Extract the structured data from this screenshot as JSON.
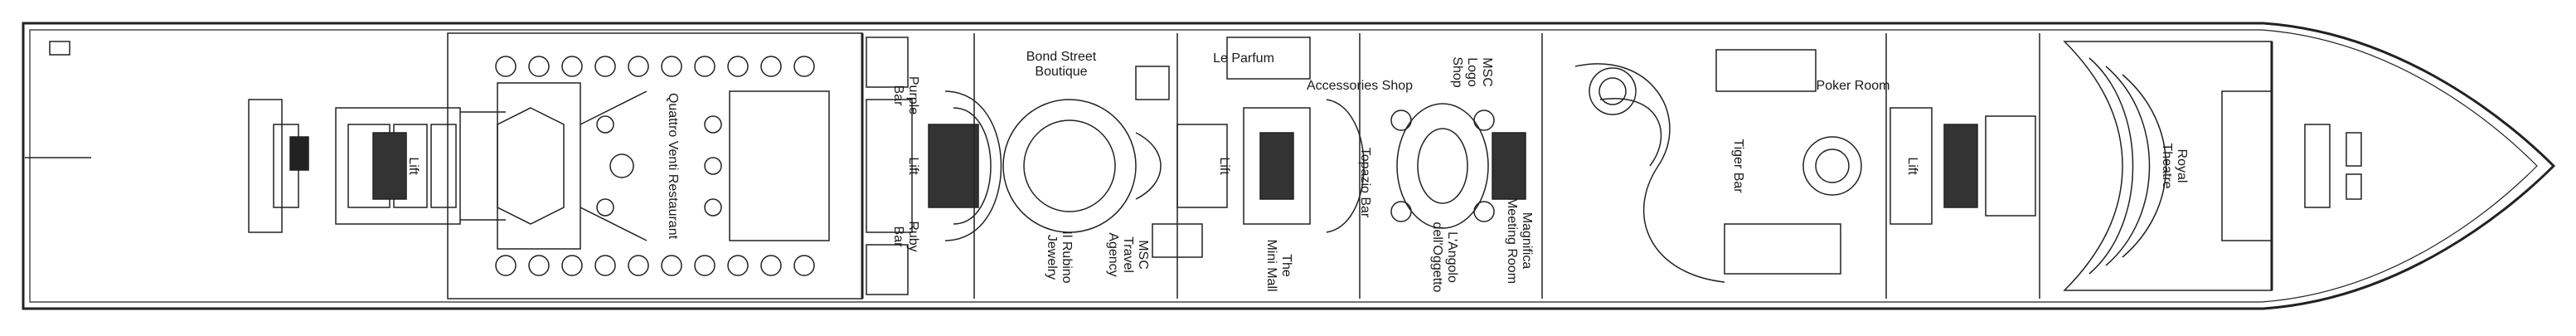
{
  "deck_plan": {
    "labels": {
      "quattro_venti": "Quattro Venti Restaurant",
      "lift_aft": "Lift",
      "purple_bar": "Purple\nBar",
      "ruby_bar": "Ruby\nBar",
      "lift_mid": "Lift",
      "bond_street": "Bond Street\nBoutique",
      "le_parfum": "Le Parfum",
      "accessories": "Accessories Shop",
      "msc_logo_shop": "MSC\nLogo\nShop",
      "il_rubino": "Il Rubino\nJewelry",
      "msc_travel": "MSC\nTravel\nAgency",
      "lift_center": "Lift",
      "mini_mall": "The\nMini Mall",
      "topazio": "Topazio Bar",
      "angolo": "L'Angolo\ndell'Oggetto",
      "magnifica": "Magnifica\nMeeting Room",
      "tiger_bar": "Tiger Bar",
      "poker_room": "Poker Room",
      "lift_fwd": "Lift",
      "royal_theatre": "Royal\nTheatre"
    }
  }
}
